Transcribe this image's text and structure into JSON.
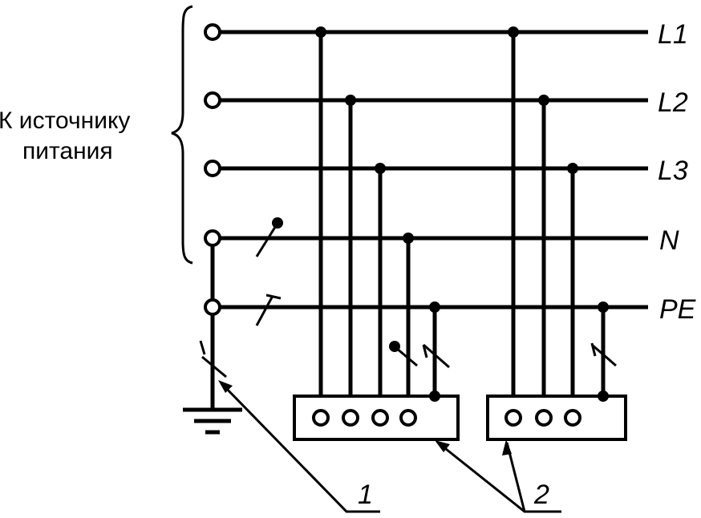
{
  "source_label": {
    "line1": "К источнику",
    "line2": "питания"
  },
  "bus_labels": {
    "l1": "L1",
    "l2": "L2",
    "l3": "L3",
    "n": "N",
    "pe": "PE"
  },
  "callouts": {
    "one": "1",
    "two": "2"
  }
}
